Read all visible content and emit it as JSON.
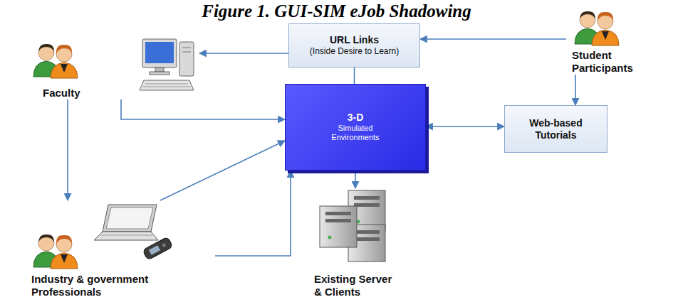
{
  "diagram": {
    "title": "Figure 1. GUI-SIM eJob Shadowing",
    "nodes": [
      {
        "text": [
          "Faculty"
        ]
      },
      {
        "text": [
          "URL Links",
          "(Inside Desire to Learn)"
        ]
      },
      {
        "text": [
          "Student Participants"
        ]
      },
      {
        "text": [
          "3-D",
          "Simulated Environments"
        ]
      },
      {
        "text": [
          "Web-based Tutorials"
        ]
      },
      {
        "text": [
          "Industry & government Professionals"
        ]
      },
      {
        "text": [
          "Existing Server & Clients"
        ]
      }
    ],
    "edges": [
      {
        "from": 1,
        "to": 0,
        "arrow": "to"
      },
      {
        "from": 2,
        "to": 1,
        "arrow": "to"
      },
      {
        "from": 2,
        "to": 4,
        "arrow": "to"
      },
      {
        "from": 1,
        "to": 3,
        "arrow": "none"
      },
      {
        "from": 0,
        "to": 3,
        "arrow": "to"
      },
      {
        "from": 0,
        "to": 5,
        "arrow": "to"
      },
      {
        "from": 5,
        "to": 3,
        "arrow": "to"
      },
      {
        "from": 5,
        "to": 3,
        "arrow": "to"
      },
      {
        "from": 3,
        "to": 4,
        "arrow": "both"
      },
      {
        "from": 3,
        "to": 6,
        "arrow": "to"
      }
    ]
  }
}
